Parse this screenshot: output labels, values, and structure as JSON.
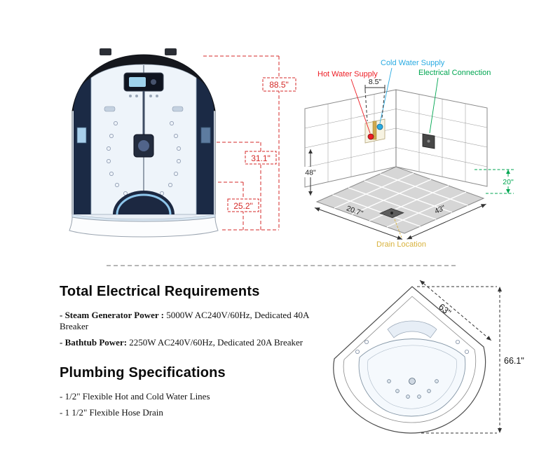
{
  "front_view": {
    "dim_total_height": "88.5\"",
    "dim_mid_height": "31.1\"",
    "dim_base_height": "25.2\"",
    "dim_color": "#d42a28"
  },
  "install_view": {
    "hot_label": "Hot Water Supply",
    "cold_label": "Cold Water Supply",
    "electrical_label": "Electrical Connection",
    "drain_label": "Drain Location",
    "dim_supply_spacing": "8.5\"",
    "dim_wall_height": "48\"",
    "dim_floor_left_edge": "20.7\"",
    "dim_floor_right_edge": "43\"",
    "dim_outlet_height": "20\"",
    "colors": {
      "hot": "#ed1c24",
      "cold": "#29abe2",
      "electrical": "#00a651",
      "drain": "#d8b23c"
    }
  },
  "specs": {
    "electrical_title": "Total Electrical Requirements",
    "electrical_items": [
      {
        "label": "- Steam Generator Power :",
        "value": " 5000W AC240V/60Hz, Dedicated 40A Breaker"
      },
      {
        "label": "- Bathtub Power:",
        "value": " 2250W AC240V/60Hz, Dedicated 20A Breaker"
      }
    ],
    "plumbing_title": "Plumbing Specifications",
    "plumbing_items": [
      {
        "text": "- 1/2\" Flexible Hot and Cold Water Lines"
      },
      {
        "text": "- 1 1/2\" Flexible Hose Drain"
      }
    ]
  },
  "top_view": {
    "dim_front_edge": "63\"",
    "dim_overall": "66.1\""
  }
}
